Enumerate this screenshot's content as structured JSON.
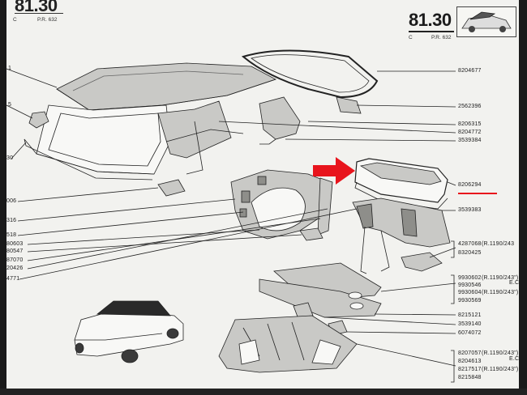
{
  "header_left": {
    "page_number": "81.30",
    "c_label": "C",
    "pr_label": "P.R. 632"
  },
  "header_right": {
    "page_number": "81.30",
    "c_label": "C",
    "pr_label": "P.R. 632"
  },
  "right_part_numbers": [
    "8204677",
    "2562396",
    "8206315",
    "8204772",
    "3539384",
    "8206294",
    "3539383",
    "4287068",
    "(R.1190/243",
    "8320425",
    "9930602",
    "(R.1190/243\")",
    "9930546",
    "9930604",
    "(R.1190/243\")",
    "9930569",
    "8215121",
    "3539140",
    "6074072",
    "8207057",
    "(R.1190/243\")",
    "8204613",
    "8217517",
    "(R.1190/243\")",
    "8215848"
  ],
  "right_side_notes": [
    "E.C.",
    "E.C."
  ],
  "left_part_numbers": [
    "1",
    "5",
    "30",
    "006",
    "316",
    "518",
    "80603",
    "80547",
    "87070",
    "20426",
    "4771"
  ],
  "highlight": {
    "arrow_color": "#e8141c",
    "underline_color": "#e8141c"
  }
}
